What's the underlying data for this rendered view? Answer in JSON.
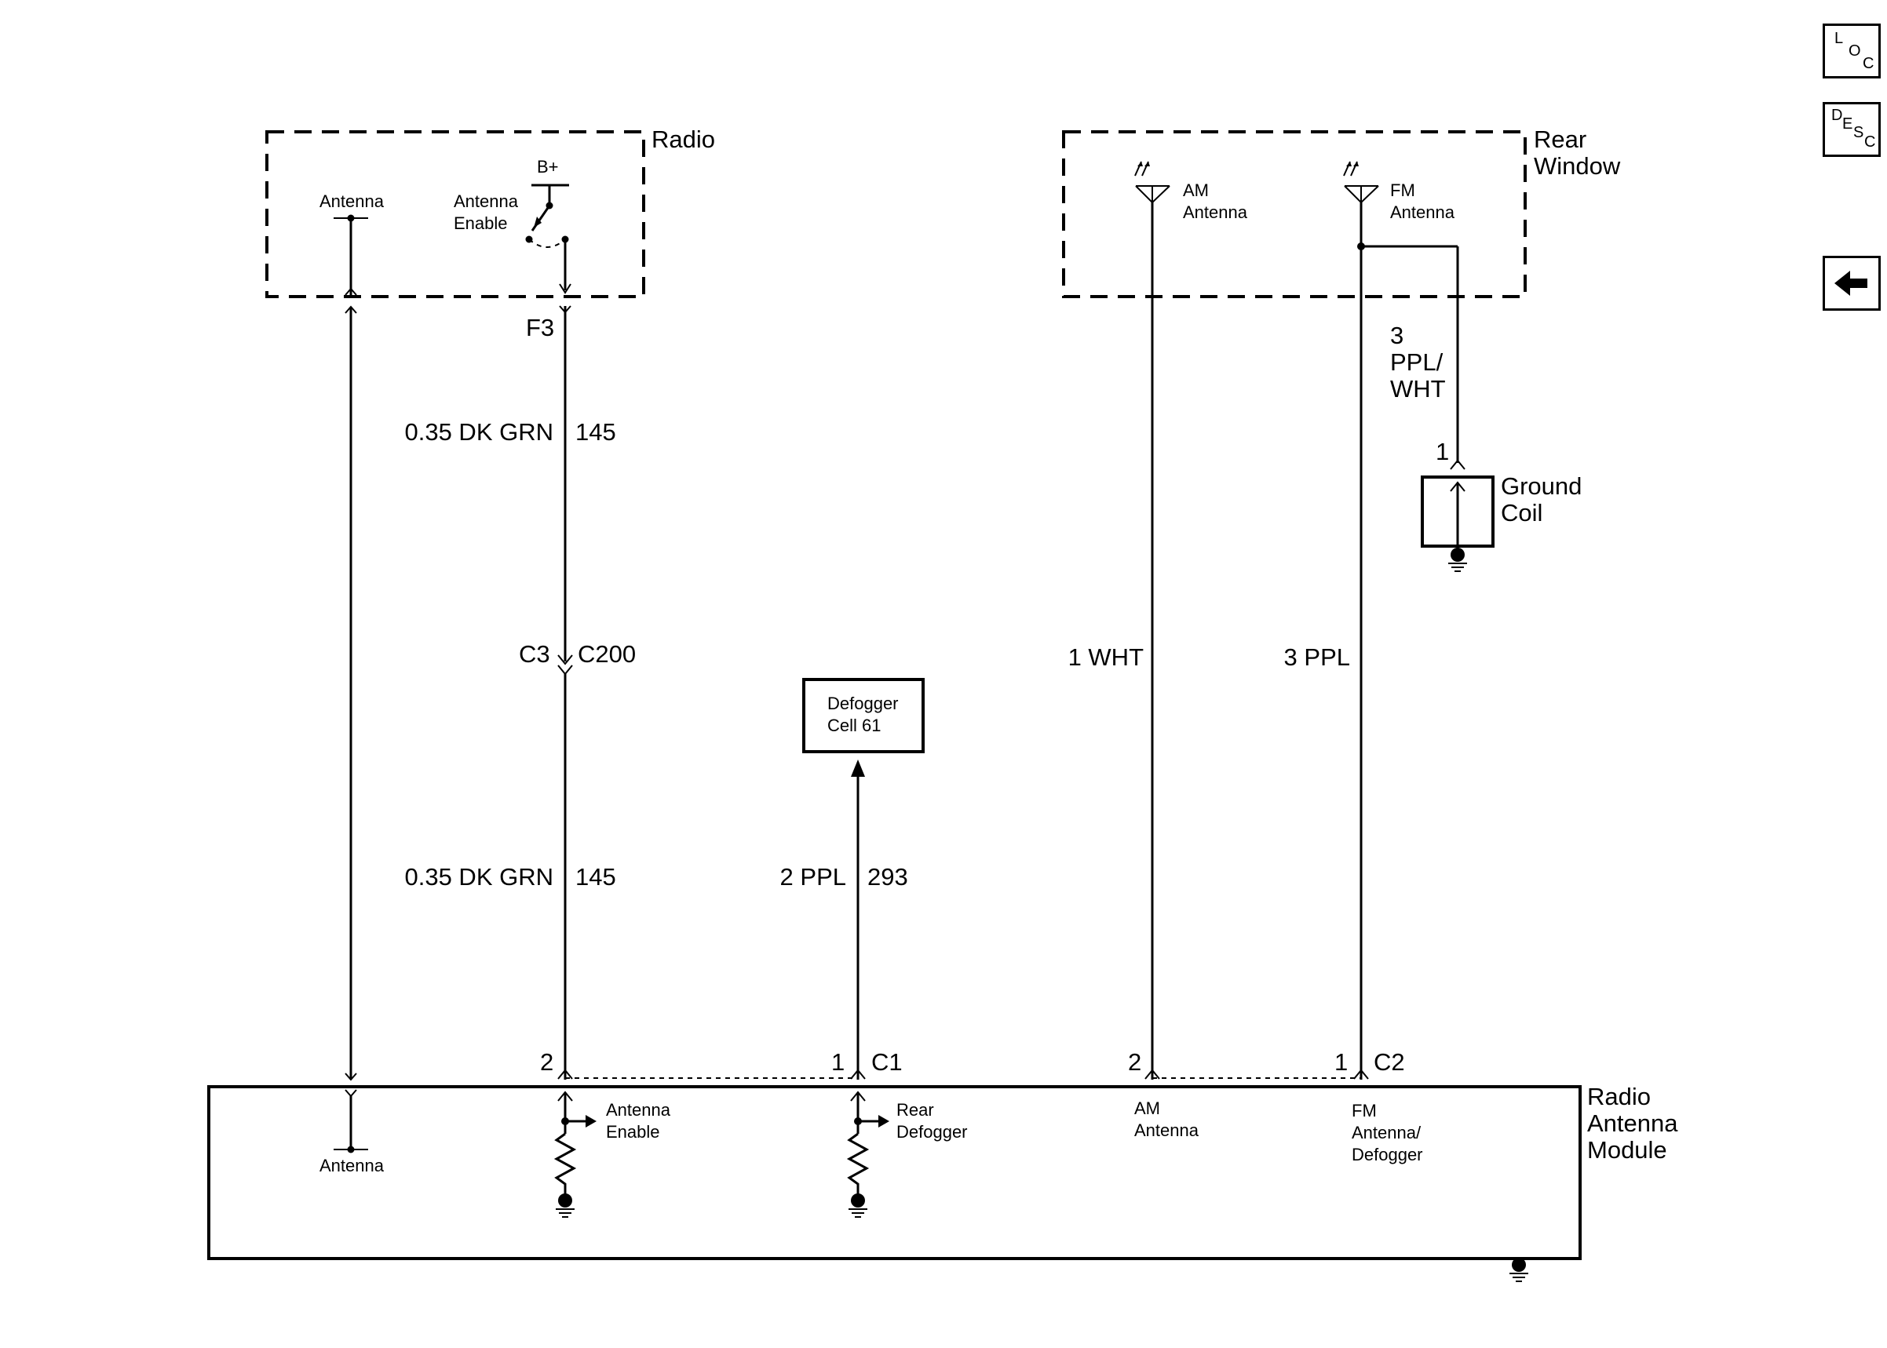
{
  "nav": {
    "loc": {
      "l1": "L",
      "l2": "O",
      "l3": "C"
    },
    "desc": {
      "l1": "D",
      "l2": "E",
      "l3": "S",
      "l4": "C"
    }
  },
  "components": {
    "radio": {
      "title": "Radio",
      "antenna": "Antenna",
      "enable_line1": "Antenna",
      "enable_line2": "Enable",
      "bplus": "B+"
    },
    "rear_window": {
      "title_line1": "Rear",
      "title_line2": "Window",
      "am_line1": "AM",
      "am_line2": "Antenna",
      "fm_line1": "FM",
      "fm_line2": "Antenna"
    },
    "ground_coil": {
      "line1": "Ground",
      "line2": "Coil",
      "pin": "1"
    },
    "defogger_cell": {
      "line1": "Defogger",
      "line2": "Cell 61"
    },
    "module": {
      "title_line1": "Radio",
      "title_line2": "Antenna",
      "title_line3": "Module",
      "antenna": "Antenna",
      "enable_line1": "Antenna",
      "enable_line2": "Enable",
      "defog_line1": "Rear",
      "defog_line2": "Defogger",
      "am_line1": "AM",
      "am_line2": "Antenna",
      "fm_line1": "FM",
      "fm_line2": "Antenna/",
      "fm_line3": "Defogger"
    }
  },
  "connectors": {
    "f3": "F3",
    "c3": "C3",
    "c200": "C200",
    "c1": {
      "name": "C1",
      "pin_left": "2",
      "pin_right": "1"
    },
    "c2": {
      "name": "C2",
      "pin_left": "2",
      "pin_right": "1"
    }
  },
  "wires": {
    "enable_upper": {
      "label": "0.35 DK GRN",
      "circuit": "145"
    },
    "enable_lower": {
      "label": "0.35 DK GRN",
      "circuit": "145"
    },
    "defogger": {
      "label": "2 PPL",
      "circuit": "293"
    },
    "am": {
      "label": "1 WHT"
    },
    "fm": {
      "label": "3 PPL"
    },
    "ground_coil": {
      "line1": "3",
      "line2": "PPL/",
      "line3": "WHT"
    }
  }
}
